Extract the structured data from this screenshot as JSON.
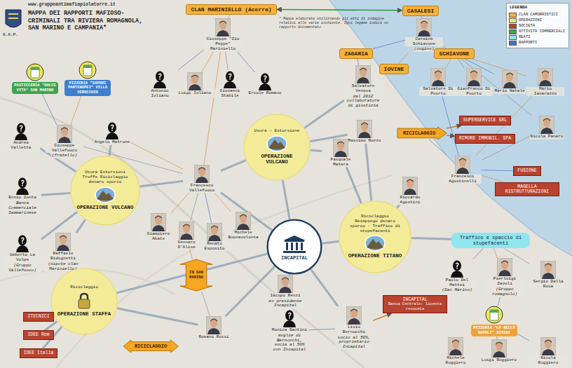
{
  "diagram": {
    "title": "MAPPA DEI RAPPORTI MAFIOSO-CRIMINALI TRA RIVIERA ROMAGNOLA, SAN MARINO E CAMPANIA*",
    "nodes": [
      {
        "text": [
          "CLAN MARINIELLO (Acerra)"
        ]
      },
      {
        "text": [
          "CASALESI"
        ]
      },
      {
        "text": [
          "Giuseppe \"Zio Peppe\" Mariniello"
        ]
      },
      {
        "text": [
          "Carmine Schiavone",
          "(cugino)"
        ]
      },
      {
        "text": [
          "ZAGARIA"
        ]
      },
      {
        "text": [
          "IOVINE"
        ]
      },
      {
        "text": [
          "SCHIAVONE"
        ]
      },
      {
        "text": [
          "Salvatore Venosa",
          "dal 2012 collaboratore di giustizia"
        ]
      },
      {
        "text": [
          "Salvatore Di Puorto"
        ]
      },
      {
        "text": [
          "Gianfranco Di Puorto"
        ]
      },
      {
        "text": [
          "Mario Natale"
        ]
      },
      {
        "text": [
          "Mario Iavarazzo"
        ]
      },
      {
        "text": [
          "Nicola Panaro"
        ]
      },
      {
        "text": [
          "Antonio Iuliano"
        ]
      },
      {
        "text": [
          "Luigi Iuliano"
        ]
      },
      {
        "text": [
          "Giovanni Stabile"
        ]
      },
      {
        "text": [
          "Ercole Romano"
        ]
      },
      {
        "text": [
          "Usura - Estorsione",
          "OPERAZIONE VULCANO"
        ]
      },
      {
        "text": [
          "Massimo Nuzzo"
        ]
      },
      {
        "text": [
          "Pasquale Matera"
        ]
      },
      {
        "text": [
          "RICICLAGGIO"
        ]
      },
      {
        "text": [
          "SUPERSERVICE SRL"
        ]
      },
      {
        "text": [
          "RIMORE IMMOBIL. SPA"
        ]
      },
      {
        "text": [
          "Francesco Agostinelli"
        ]
      },
      {
        "text": [
          "Riccardo Agostini"
        ]
      },
      {
        "text": [
          "FUSIONE"
        ]
      },
      {
        "text": [
          "MAGELLA RISTRUTTURAZIONI"
        ]
      },
      {
        "text": [
          "PASTICCERIA \"DOLCE VITA\" SAN MARINO"
        ]
      },
      {
        "text": [
          "PIZZERIA \"SAPORI PARTENOPEI\" VILLA VERUCCHIO"
        ]
      },
      {
        "text": [
          "Andrea Valletta"
        ]
      },
      {
        "text": [
          "Giuseppe Vallefuoco",
          "(fratello)"
        ]
      },
      {
        "text": [
          "Angelo Matrone"
        ]
      },
      {
        "text": [
          "Francesco Vallefuoco"
        ]
      },
      {
        "text": [
          "Ennio Zonta",
          "Banca Commerciale Sammarinese"
        ]
      },
      {
        "text": [
          "Usura Estorsioni Truffe Riciclaggio denaro sporco",
          "OPERAZIONE VULCANO"
        ]
      },
      {
        "text": [
          "Giampiero Abate"
        ]
      },
      {
        "text": [
          "Gennaro D'Alise"
        ]
      },
      {
        "text": [
          "Renato Esposito"
        ]
      },
      {
        "text": [
          "Michele Buonavolonta"
        ]
      },
      {
        "text": [
          "Umberto La Volpe",
          "(Gruppo Vallefuoco)"
        ]
      },
      {
        "text": [
          "Raffaele Bidognetti",
          "(nipote clan Mariniello)"
        ]
      },
      {
        "text": [
          "Riciclaggio",
          "OPERAZIONE STAFFA"
        ]
      },
      {
        "text": [
          "IN SAN MARINO"
        ]
      },
      {
        "text": [
          "INCAPITAL"
        ]
      },
      {
        "text": [
          "Iacopo Renzi",
          "ex presidente Incapital"
        ]
      },
      {
        "text": [
          "Romano Rossi"
        ]
      },
      {
        "text": [
          "Monica Santini",
          "moglie di Bernocchi, socia al 50% con Incapital"
        ]
      },
      {
        "text": [
          "Livio Bernocchi",
          "socio al 50%, proprietario Incapital"
        ]
      },
      {
        "text": [
          "Riciclaggio Reimpiego denaro sporco - Traffico di stupefacenti",
          "OPERAZIONE TITANO"
        ]
      },
      {
        "text": [
          "INCAPITAL",
          "Banca Centrale: licenza revocata"
        ]
      },
      {
        "text": [
          "ITECNICI"
        ]
      },
      {
        "text": [
          "IDEE Rom"
        ]
      },
      {
        "text": [
          "IDEE Italia"
        ]
      },
      {
        "text": [
          "RICICLAGGIO"
        ]
      },
      {
        "text": [
          "Traffico e spaccio di stupefacenti"
        ]
      },
      {
        "text": [
          "Paolo Del Mattei",
          "(San Marino)"
        ]
      },
      {
        "text": [
          "Pierluigi Zavoli",
          "(Gruppo romagnolo)"
        ]
      },
      {
        "text": [
          "Sergio Dalla Rosa"
        ]
      },
      {
        "text": [
          "PIZZERIA \"LA BELLA NAPOLI\" RIMINI"
        ]
      },
      {
        "text": [
          "Michele Ruggiero"
        ]
      },
      {
        "text": [
          "Luigi Ruggiero"
        ]
      },
      {
        "text": [
          "Nicola Ruggiero"
        ]
      }
    ],
    "edges": [
      {
        "from": 0,
        "to": 1,
        "arrow": "both"
      },
      {
        "from": 0,
        "to": 2,
        "arrow": "none"
      },
      {
        "from": 1,
        "to": 3,
        "arrow": "none"
      },
      {
        "from": 3,
        "to": 4,
        "arrow": "none"
      },
      {
        "from": 3,
        "to": 5,
        "arrow": "none"
      },
      {
        "from": 3,
        "to": 6,
        "arrow": "none"
      },
      {
        "from": 4,
        "to": 7,
        "arrow": "none"
      },
      {
        "from": 6,
        "to": 8,
        "arrow": "none"
      },
      {
        "from": 6,
        "to": 9,
        "arrow": "none"
      },
      {
        "from": 6,
        "to": 10,
        "arrow": "none"
      },
      {
        "from": 6,
        "to": 11,
        "arrow": "none"
      },
      {
        "from": 6,
        "to": 12,
        "arrow": "none"
      },
      {
        "from": 2,
        "to": 13,
        "arrow": "none"
      },
      {
        "from": 2,
        "to": 14,
        "arrow": "none"
      },
      {
        "from": 2,
        "to": 15,
        "arrow": "none"
      },
      {
        "from": 2,
        "to": 16,
        "arrow": "none"
      },
      {
        "from": 2,
        "to": 32,
        "arrow": "none"
      },
      {
        "from": 17,
        "to": 32,
        "arrow": "none"
      },
      {
        "from": 17,
        "to": 18,
        "arrow": "none"
      },
      {
        "from": 17,
        "to": 19,
        "arrow": "none"
      },
      {
        "from": 7,
        "to": 17,
        "arrow": "none"
      },
      {
        "from": 8,
        "to": 23,
        "arrow": "none"
      },
      {
        "from": 11,
        "to": 23,
        "arrow": "none"
      },
      {
        "from": 12,
        "to": 23,
        "arrow": "none"
      },
      {
        "from": 23,
        "to": 20,
        "arrow": "none"
      },
      {
        "from": 20,
        "to": 21,
        "arrow": "to"
      },
      {
        "from": 20,
        "to": 22,
        "arrow": "to"
      },
      {
        "from": 23,
        "to": 25,
        "arrow": "none"
      },
      {
        "from": 23,
        "to": 26,
        "arrow": "none"
      },
      {
        "from": 24,
        "to": 48,
        "arrow": "none"
      },
      {
        "from": 18,
        "to": 48,
        "arrow": "none"
      },
      {
        "from": 19,
        "to": 48,
        "arrow": "none"
      },
      {
        "from": 32,
        "to": 34,
        "arrow": "none"
      },
      {
        "from": 32,
        "to": 43,
        "arrow": "none"
      },
      {
        "from": 32,
        "to": 31,
        "arrow": "none"
      },
      {
        "from": 32,
        "to": 30,
        "arrow": "none"
      },
      {
        "from": 30,
        "to": 27,
        "arrow": "none"
      },
      {
        "from": 30,
        "to": 28,
        "arrow": "none"
      },
      {
        "from": 29,
        "to": 34,
        "arrow": "none"
      },
      {
        "from": 31,
        "to": 34,
        "arrow": "none"
      },
      {
        "from": 33,
        "to": 34,
        "arrow": "none"
      },
      {
        "from": 39,
        "to": 34,
        "arrow": "none"
      },
      {
        "from": 40,
        "to": 34,
        "arrow": "none"
      },
      {
        "from": 32,
        "to": 35,
        "arrow": "none"
      },
      {
        "from": 32,
        "to": 36,
        "arrow": "none"
      },
      {
        "from": 32,
        "to": 37,
        "arrow": "none"
      },
      {
        "from": 32,
        "to": 38,
        "arrow": "none"
      },
      {
        "from": 43,
        "to": 41,
        "arrow": "none"
      },
      {
        "from": 43,
        "to": 48,
        "arrow": "none"
      },
      {
        "from": 43,
        "to": 17,
        "arrow": "none"
      },
      {
        "from": 43,
        "to": 44,
        "arrow": "none"
      },
      {
        "from": 43,
        "to": 47,
        "arrow": "none"
      },
      {
        "from": 43,
        "to": 45,
        "arrow": "none"
      },
      {
        "from": 41,
        "to": 50,
        "arrow": "none"
      },
      {
        "from": 41,
        "to": 51,
        "arrow": "none"
      },
      {
        "from": 41,
        "to": 52,
        "arrow": "none"
      },
      {
        "from": 45,
        "to": 41,
        "arrow": "none"
      },
      {
        "from": 46,
        "to": 47,
        "arrow": "none"
      },
      {
        "from": 47,
        "to": 49,
        "arrow": "to"
      },
      {
        "from": 48,
        "to": 54,
        "arrow": "none"
      },
      {
        "from": 54,
        "to": 55,
        "arrow": "none"
      },
      {
        "from": 54,
        "to": 56,
        "arrow": "none"
      },
      {
        "from": 54,
        "to": 57,
        "arrow": "none"
      },
      {
        "from": 56,
        "to": 58,
        "arrow": "none"
      },
      {
        "from": 58,
        "to": 59,
        "arrow": "none"
      },
      {
        "from": 58,
        "to": 60,
        "arrow": "none"
      },
      {
        "from": 58,
        "to": 61,
        "arrow": "none"
      },
      {
        "from": 36,
        "to": 42,
        "arrow": "none"
      },
      {
        "from": 42,
        "to": 45,
        "arrow": "none"
      }
    ],
    "labels": [
      "www.gruppoantimafiapiolatorre.it",
      "G.A.P.",
      "* Mappa elaborata utilizzando gli atti di indagine relativi alle varie inchieste. Ogni legame indica un rapporto documentato",
      "LEGENDA"
    ],
    "legend": [
      {
        "text": "CLAN CAMORRISTICI",
        "color": "#f5b13d"
      },
      {
        "text": "OPERAZIONI",
        "color": "#f4ea7a"
      },
      {
        "text": "SOCIETÀ",
        "color": "#b8432e"
      },
      {
        "text": "ATTIVITÀ COMMERCIALI",
        "color": "#3fa34d"
      },
      {
        "text": "REATI",
        "color": "#8fe6ef"
      },
      {
        "text": "RAPPORTI",
        "color": "#4a6fc9"
      }
    ]
  }
}
